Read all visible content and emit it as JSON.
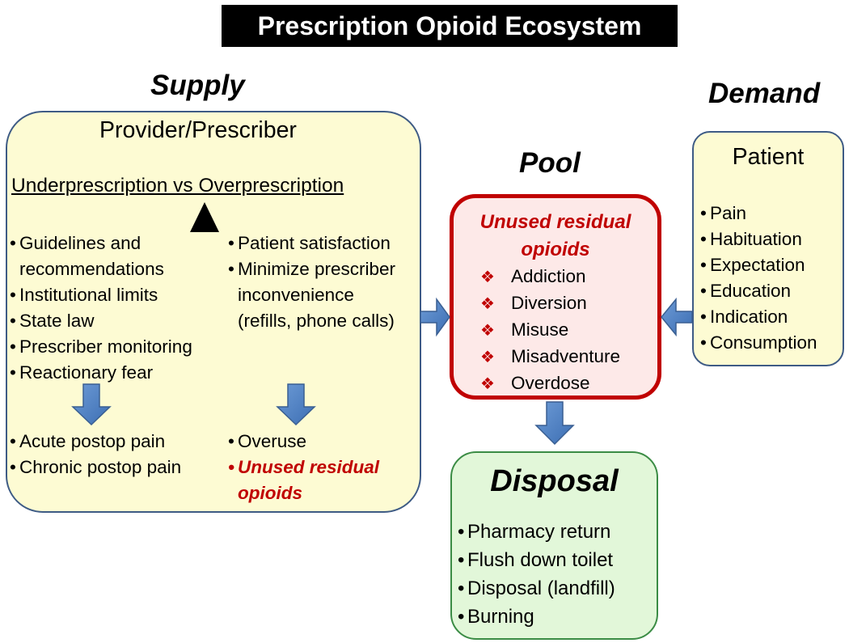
{
  "title": "Prescription Opioid Ecosystem",
  "labels": {
    "supply": "Supply",
    "demand": "Demand",
    "pool": "Pool"
  },
  "supply": {
    "heading": "Provider/Prescriber",
    "subheading": "Underprescription vs Overprescription",
    "bullet": "•",
    "left_factors": [
      "Guidelines and",
      "recommendations",
      "Institutional limits",
      "State law",
      "Prescriber monitoring",
      "Reactionary fear"
    ],
    "right_factors": [
      "Patient satisfaction",
      "Minimize prescriber",
      "inconvenience",
      "(refills, phone calls)"
    ],
    "left_outcomes": [
      "Acute postop pain",
      "Chronic postop pain"
    ],
    "right_outcomes": [
      "Overuse"
    ],
    "right_outcome_emphasis": [
      "Unused residual",
      "opioids"
    ]
  },
  "pool": {
    "heading_line1": "Unused residual",
    "heading_line2": "opioids",
    "diamond": "❖",
    "items": [
      "Addiction",
      "Diversion",
      "Misuse",
      "Misadventure",
      "Overdose"
    ]
  },
  "demand": {
    "heading": "Patient",
    "items": [
      "Pain",
      "Habituation",
      "Expectation",
      "Education",
      "Indication",
      "Consumption"
    ]
  },
  "disposal": {
    "heading": "Disposal",
    "items": [
      "Pharmacy return",
      "Flush down toilet",
      "Disposal (landfill)",
      "Burning"
    ]
  },
  "colors": {
    "supply_fill": "#fdfbd3",
    "pool_fill": "#fde9e8",
    "pool_border": "#c00000",
    "disposal_fill": "#e2f7d9",
    "arrow": "#4a7cc0"
  },
  "icons": {
    "balance": "fulcrum-triangle-icon",
    "arrows": "block-arrow-icon"
  }
}
